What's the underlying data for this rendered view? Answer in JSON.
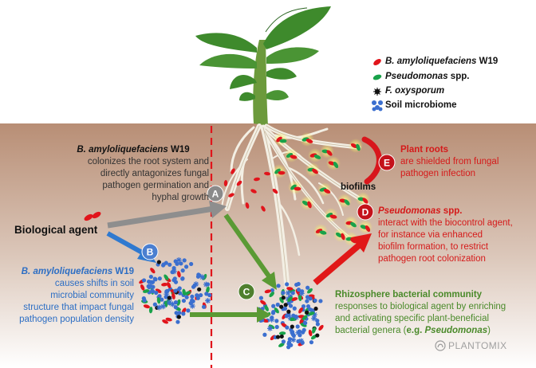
{
  "legend": {
    "b_amylo": {
      "name": "B. amyloliquefaciens",
      "strain": " W19",
      "color": "#e1141b"
    },
    "pseudomonas": {
      "name": "Pseudomonas",
      "suffix": " spp.",
      "color": "#19a24a"
    },
    "f_oxysporum": {
      "name": "F. oxysporum",
      "color": "#111111"
    },
    "soil": {
      "name": "Soil microbiome",
      "color": "#3b6fcf"
    }
  },
  "biological_agent": "Biological agent",
  "step_a": {
    "letter": "A",
    "title_italic": "B. amyloliquefaciens",
    "title_rest": " W19",
    "lines": [
      "colonizes the root system and",
      "directly antagonizes fungal",
      "pathogen germination and",
      "hyphal growth"
    ]
  },
  "step_b": {
    "letter": "B",
    "title_italic": "B. amyloliquefaciens",
    "title_rest": " W19",
    "lines": [
      "causes shifts in soil",
      "microbial community",
      "structure that impact fungal",
      "pathogen population density"
    ]
  },
  "step_c": {
    "letter": "C",
    "title": "Rhizosphere bacterial community",
    "lines": [
      "responses to biological agent by enriching",
      "and activating specific plant-beneficial"
    ],
    "last_prefix": "bacterial genera (",
    "last_bold": "e.g. ",
    "last_bold_italic": "Pseudomonas",
    "last_suffix": ")"
  },
  "step_d": {
    "letter": "D",
    "title_italic": "Pseudomonas",
    "title_rest": " spp.",
    "lines": [
      "interact with the biocontrol agent,",
      "for instance via enhanced",
      "biofilm formation, to restrict",
      "pathogen root colonization"
    ]
  },
  "step_e": {
    "letter": "E",
    "title": "Plant roots",
    "lines": [
      "are shielded from fungal",
      "pathogen infection"
    ]
  },
  "biofilms_label": "biofilms",
  "watermark": "PLANTOMIX",
  "colors": {
    "soil_top": "#b88e75",
    "soil_bottom": "#ffffff",
    "leaf": "#3e8a2c",
    "leaf_dark": "#26601c",
    "root": "#f3efe4",
    "dashed_line": "#e0151b",
    "arrow_grey": "#8e8e8e",
    "arrow_blue": "#2f79d0",
    "arrow_green": "#5a9a34",
    "arrow_red": "#e11818",
    "circle_grey": "#8a8a8a",
    "circle_blue": "#4b7fd0",
    "circle_green": "#4f7f2e",
    "circle_red": "#c4121a"
  }
}
